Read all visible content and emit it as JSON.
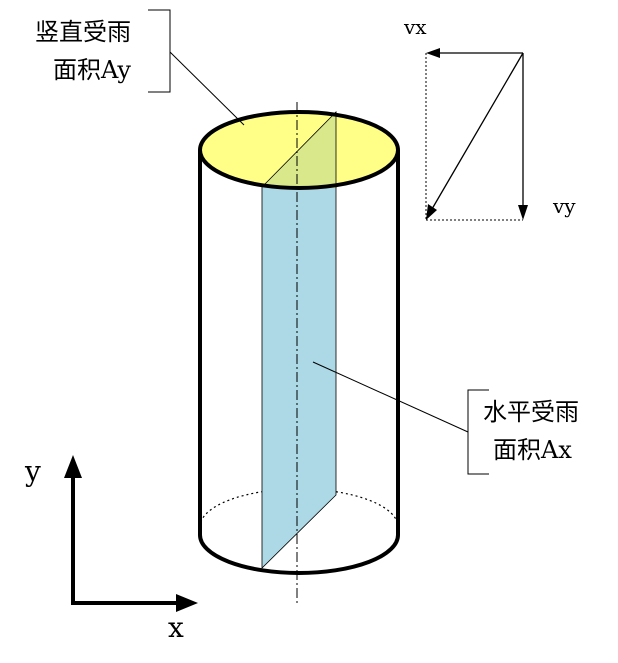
{
  "labels": {
    "vertical_area_line1": "竖直受雨",
    "vertical_area_line2": "面积Ay",
    "horizontal_area_line1": "水平受雨",
    "horizontal_area_line2": "面积Ax",
    "vx": "vx",
    "vy": "vy",
    "axis_y": "y",
    "axis_x": "x"
  },
  "colors": {
    "top_face_fill": "#ffff88",
    "overlap_fill": "#d8e88a",
    "vertical_plane_fill": "#add8e6",
    "stroke": "#000000"
  }
}
